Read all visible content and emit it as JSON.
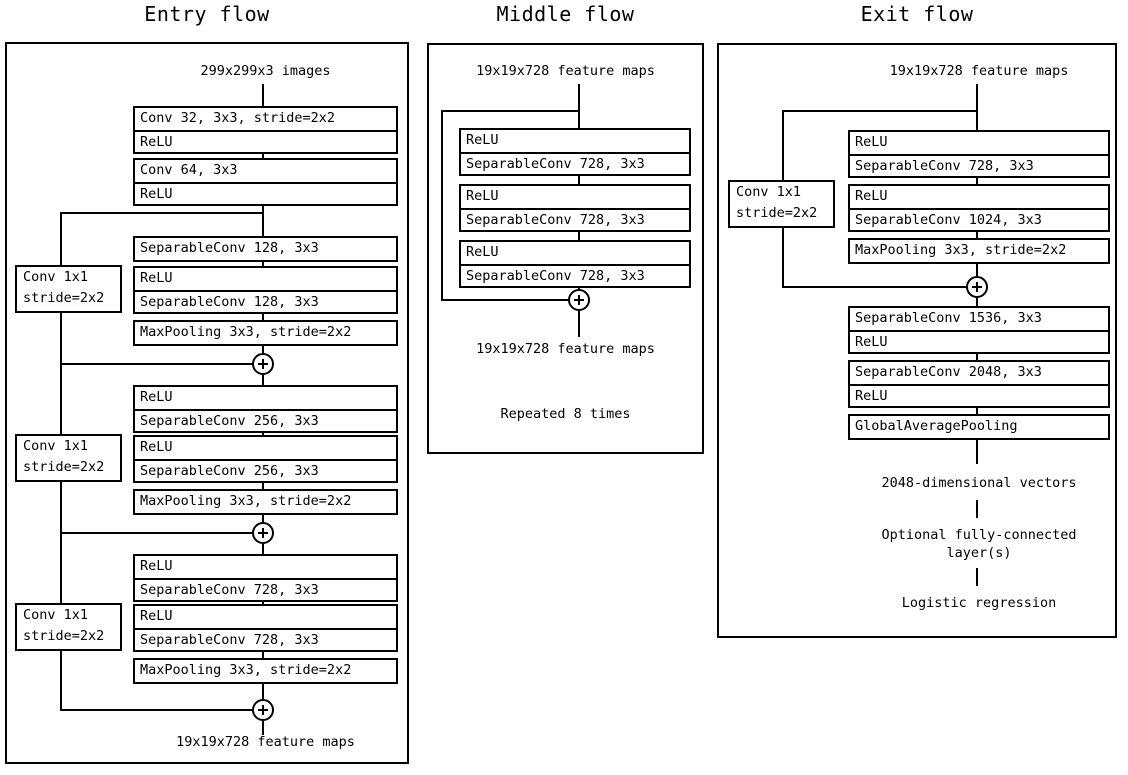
{
  "figure": {
    "kind": "neural-network-architecture-diagram",
    "name": "Xception architecture"
  },
  "flows": [
    {
      "id": "entry",
      "title": "Entry flow",
      "input_note": "299x299x3 images",
      "output_note": "19x19x728 feature maps",
      "blocks": [
        {
          "id": "stem1",
          "rows": [
            "Conv 32, 3x3, stride=2x2",
            "ReLU"
          ]
        },
        {
          "id": "stem2",
          "rows": [
            "Conv 64, 3x3"
          ]
        },
        {
          "id": "stem2b",
          "rows": [
            "ReLU"
          ]
        },
        {
          "id": "b1a",
          "rows": [
            "SeparableConv 128, 3x3"
          ]
        },
        {
          "id": "b1b",
          "rows": [
            "ReLU",
            "SeparableConv 128, 3x3"
          ]
        },
        {
          "id": "b1c",
          "rows": [
            "MaxPooling 3x3, stride=2x2"
          ]
        },
        {
          "id": "b2a",
          "rows": [
            "ReLU",
            "SeparableConv 256, 3x3"
          ]
        },
        {
          "id": "b2b",
          "rows": [
            "ReLU",
            "SeparableConv 256, 3x3"
          ]
        },
        {
          "id": "b2c",
          "rows": [
            "MaxPooling 3x3, stride=2x2"
          ]
        },
        {
          "id": "b3a",
          "rows": [
            "ReLU",
            "SeparableConv 728, 3x3"
          ]
        },
        {
          "id": "b3b",
          "rows": [
            "ReLU",
            "SeparableConv 728, 3x3"
          ]
        },
        {
          "id": "b3c",
          "rows": [
            "MaxPooling 3x3, stride=2x2"
          ]
        }
      ],
      "skips": [
        {
          "id": "skip1",
          "line1": "Conv 1x1",
          "line2": "stride=2x2"
        },
        {
          "id": "skip2",
          "line1": "Conv 1x1",
          "line2": "stride=2x2"
        },
        {
          "id": "skip3",
          "line1": "Conv 1x1",
          "line2": "stride=2x2"
        }
      ],
      "merge_symbol": "+"
    },
    {
      "id": "middle",
      "title": "Middle flow",
      "input_note": "19x19x728 feature maps",
      "output_note": "19x19x728 feature maps",
      "repeat_note": "Repeated 8 times",
      "blocks": [
        {
          "id": "m1",
          "rows": [
            "ReLU",
            "SeparableConv 728, 3x3"
          ]
        },
        {
          "id": "m2",
          "rows": [
            "ReLU",
            "SeparableConv 728, 3x3"
          ]
        },
        {
          "id": "m3",
          "rows": [
            "ReLU",
            "SeparableConv 728, 3x3"
          ]
        }
      ],
      "merge_symbol": "+"
    },
    {
      "id": "exit",
      "title": "Exit flow",
      "input_note": "19x19x728 feature maps",
      "vector_note": "2048-dimensional vectors",
      "fc_note_line1": "Optional fully-connected",
      "fc_note_line2": "layer(s)",
      "final_note": "Logistic regression",
      "blocks": [
        {
          "id": "x1",
          "rows": [
            "ReLU",
            "SeparableConv 728, 3x3"
          ]
        },
        {
          "id": "x2",
          "rows": [
            "ReLU",
            "SeparableConv 1024, 3x3"
          ]
        },
        {
          "id": "x3",
          "rows": [
            "MaxPooling 3x3, stride=2x2"
          ]
        },
        {
          "id": "x4",
          "rows": [
            "SeparableConv 1536, 3x3",
            "ReLU"
          ]
        },
        {
          "id": "x5",
          "rows": [
            "SeparableConv 2048, 3x3",
            "ReLU"
          ]
        },
        {
          "id": "x6",
          "rows": [
            "GlobalAveragePooling"
          ]
        }
      ],
      "skips": [
        {
          "id": "xskip",
          "line1": "Conv 1x1",
          "line2": "stride=2x2"
        }
      ],
      "merge_symbol": "+"
    }
  ],
  "colors": {
    "stroke": "#000000",
    "background": "#ffffff",
    "text": "#000000"
  }
}
